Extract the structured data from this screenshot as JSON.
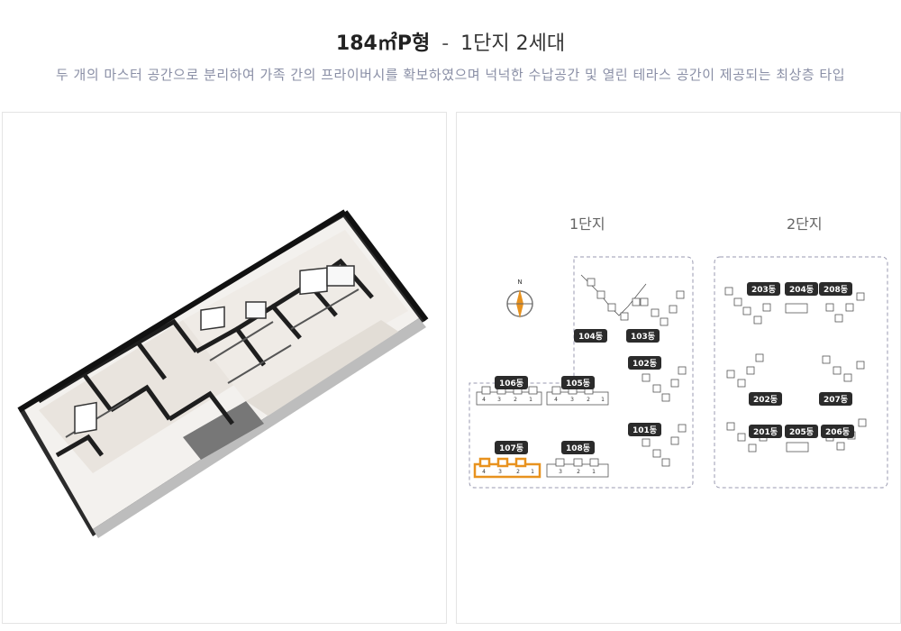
{
  "header": {
    "title_main": "184㎡P형",
    "title_sep": "-",
    "title_sub": "1단지 2세대",
    "description": "두 개의 마스터 공간으로 분리하여 가족 간의 프라이버시를 확보하였으며 넉넉한 수납공간 및 열린 테라스 공간이 제공되는 최상층 타입"
  },
  "floorplan": {
    "image_name": "isometric-floorplan"
  },
  "siteplan": {
    "compass_label": "N",
    "complex1": {
      "label": "1단지",
      "buildings": [
        "104동",
        "103동",
        "102동",
        "101동",
        "106동",
        "105동",
        "107동",
        "108동"
      ],
      "highlighted": "107동"
    },
    "complex2": {
      "label": "2단지",
      "buildings": [
        "203동",
        "204동",
        "208동",
        "202동",
        "207동",
        "201동",
        "205동",
        "206동"
      ]
    },
    "highlight_color": "#e8921e"
  }
}
